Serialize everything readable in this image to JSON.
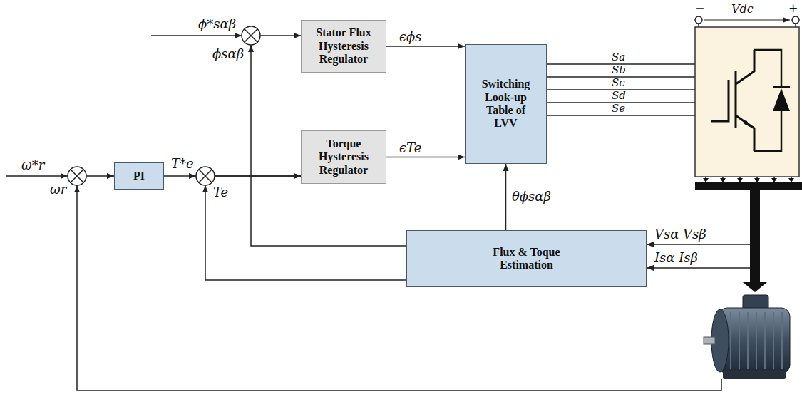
{
  "diagram": {
    "nodes": [
      {
        "text": [
          "Stator Flux Hysteresis Regulator"
        ]
      },
      {
        "text": [
          "Switching Look-up Table of LVV"
        ]
      },
      {
        "text": [
          "PI"
        ]
      },
      {
        "text": [
          "Torque Hysteresis Regulator"
        ]
      },
      {
        "text": [
          "Flux & Toque Estimation"
        ]
      }
    ],
    "edges": [
      {
        "from": 0,
        "to": 1,
        "label": "ϵϕs",
        "arrow": "to"
      },
      {
        "from": 3,
        "to": 1,
        "label": "ϵTe",
        "arrow": "to"
      },
      {
        "from": 2,
        "to": 3,
        "arrow": "to"
      },
      {
        "from": 4,
        "to": 1,
        "label": "θϕsαβ",
        "arrow": "to"
      },
      {
        "from": 4,
        "to": 0,
        "arrow": "to"
      },
      {
        "from": 4,
        "to": 3,
        "arrow": "to"
      }
    ],
    "labels": [
      "ϕ*sαβ",
      "ϕsαβ",
      "ω*r",
      "ωr",
      "T*e",
      "Te",
      "Sa",
      "Sb",
      "Sc",
      "Sd",
      "Se",
      "−",
      "+",
      "Vdc",
      "Vsα Vsβ",
      "Isα Isβ"
    ]
  }
}
